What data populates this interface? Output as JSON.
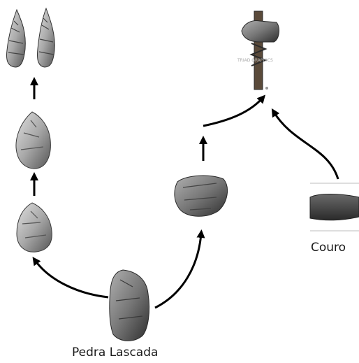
{
  "labels": {
    "stone_source": "Pedra Lascada",
    "leather": "Couro",
    "axe_watermark": "TRIAD GRAPHICS"
  },
  "colors": {
    "arrow": "#000000",
    "stone_light": "#c9c9c9",
    "stone_dark": "#4a4a4a",
    "leather": "#3e3e3e",
    "wood": "#5a4a3a",
    "text": "#1a1a1a"
  },
  "icons": {
    "raw_stone": "raw-flint-core-icon",
    "flake_small": "stone-flake-icon",
    "biface_mid": "stone-biface-icon",
    "points": "stone-points-icon",
    "scraper": "stone-scraper-icon",
    "leather": "leather-strip-icon",
    "axe": "hafted-stone-axe-icon"
  }
}
